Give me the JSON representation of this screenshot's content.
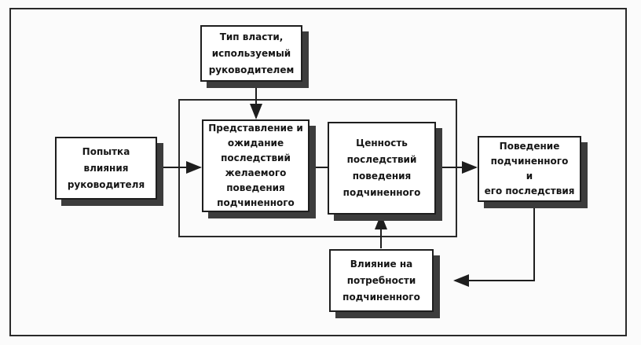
{
  "diagram": {
    "power_type": "Тип власти,\nиспользуемый\nруководителем",
    "influence_attempt": "Попытка\nвлияния\nруководителя",
    "expectation": "Представление и\nожидание\nпоследствий\nжелаемого\nповедения\nподчиненного",
    "value": "Ценность\nпоследствий\nповедения\nподчиненного",
    "behavior": "Поведение\nподчиненного\nи\nего последствия",
    "needs_influence": "Влияние на\nпотребности\nподчиненного"
  },
  "colors": {
    "line": "#1e1e1e",
    "shadow": "#3c3c3c",
    "background": "#fbfbfb"
  }
}
